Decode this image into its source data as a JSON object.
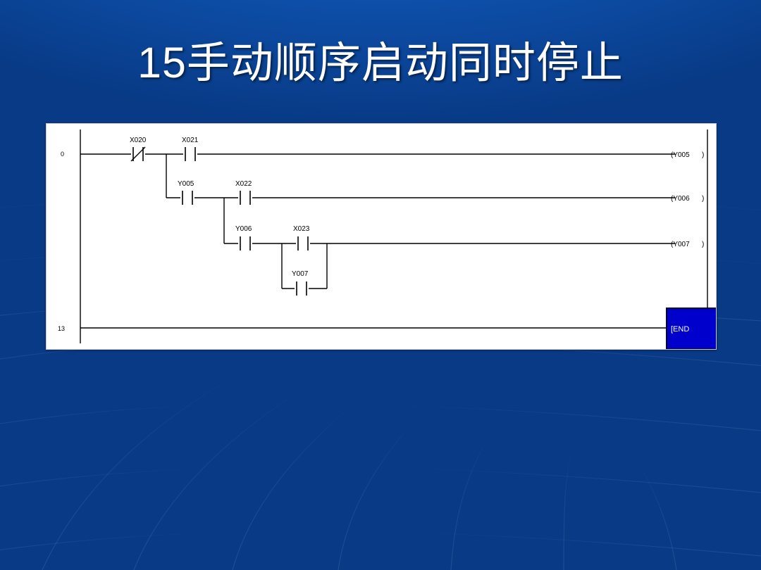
{
  "slide": {
    "title": "15手动顺序启动同时停止",
    "background_color": "#0a4ea4",
    "title_color": "#ffffff"
  },
  "ladder": {
    "panel_name": "plc-ladder-diagram",
    "background_color": "#ffffff",
    "line_color": "#000000",
    "end_block_color": "#0000cc",
    "step_numbers": [
      "0",
      "13"
    ],
    "rungs": [
      {
        "step": "0",
        "contacts": [
          {
            "label": "X020",
            "type": "normally-closed"
          },
          {
            "label": "X021",
            "type": "normally-open"
          }
        ],
        "coil": "(Y005"
      },
      {
        "step": "",
        "contacts": [
          {
            "label": "Y005",
            "type": "normally-open"
          },
          {
            "label": "X022",
            "type": "normally-open"
          }
        ],
        "coil": "(Y006"
      },
      {
        "step": "",
        "contacts": [
          {
            "label": "Y006",
            "type": "normally-open"
          },
          {
            "label": "X023",
            "type": "normally-open"
          }
        ],
        "coil": "(Y007"
      },
      {
        "step": "",
        "contacts": [
          {
            "label": "Y007",
            "type": "normally-open"
          }
        ],
        "coil": ""
      }
    ],
    "end_label": "[END",
    "coil_close": ")"
  }
}
